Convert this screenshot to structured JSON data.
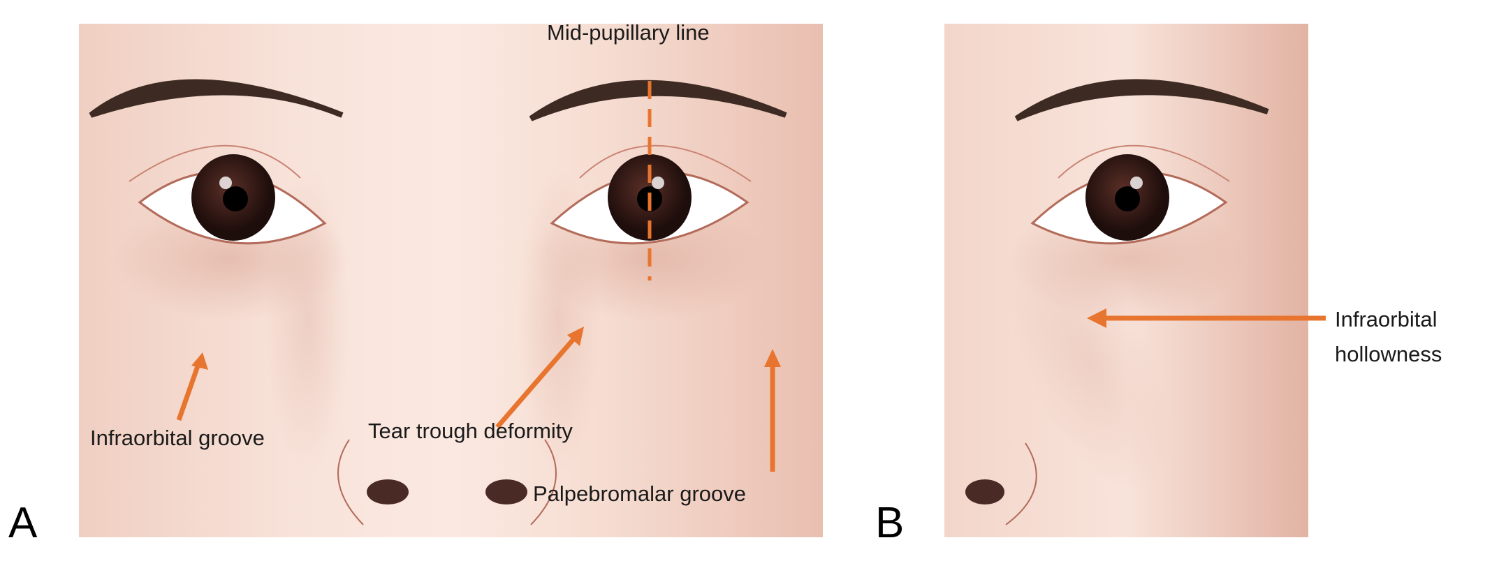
{
  "panels": [
    {
      "letter": "A",
      "labels": {
        "midline": "Mid-pupillary line",
        "infraorbital_groove": "Infraorbital groove",
        "tear_trough": "Tear trough deformity",
        "palpebromalar": "Palpebromalar groove"
      }
    },
    {
      "letter": "B",
      "labels": {
        "hollowness_1": "Infraorbital",
        "hollowness_2": "hollowness"
      }
    }
  ],
  "colors": {
    "arrow": "#e8752f",
    "skin": "#f2d3c6",
    "skin_shadow": "#d9a99a",
    "iris": "#2e1714",
    "brow": "#3d2a22"
  }
}
